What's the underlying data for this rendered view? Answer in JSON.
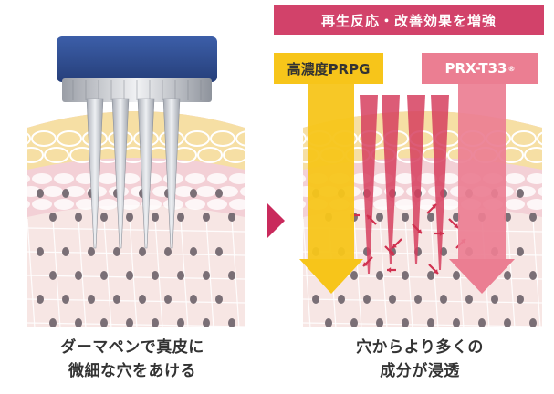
{
  "banner": {
    "text": "再生反応・改善効果を増強",
    "color": "#d2426a"
  },
  "left_caption": {
    "line1": "ダーマペンで真皮に",
    "line2": "微細な穴をあける"
  },
  "right_caption": {
    "line1": "穴からより多くの",
    "line2": "成分が浸透"
  },
  "arrows": {
    "prpg": {
      "label": "高濃度PRPG",
      "color": "#f7c51a"
    },
    "prx": {
      "label": "PRX-T33",
      "mark": "®",
      "color": "#eb7e92"
    }
  },
  "colors": {
    "dermapen_body": "#2f4f95",
    "needle": "#c9ccd3",
    "skin_top": "#f6dfa4",
    "skin_mid": "#f3d0d6",
    "skin_deep": "#f7e6e4",
    "nucleus": "#7a6f76",
    "separator_arrow": "#c92a5c",
    "channel": "#d6405f"
  },
  "icons": {
    "separator": "triangle-right-icon"
  }
}
